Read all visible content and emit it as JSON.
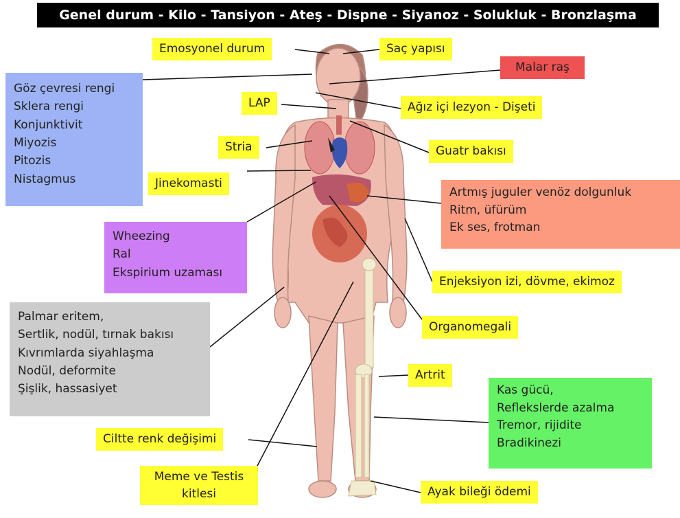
{
  "header": "Genel durum -  Kilo - Tansiyon  -  Ateş  -  Dispne - Siyanoz  -  Solukluk -  Bronzlaşma",
  "labels": {
    "emosyonel": "Emosyonel durum",
    "sac": "Saç yapısı",
    "malar": "Malar raş",
    "lap": "LAP",
    "agiz": "Ağız içi lezyon - Dişeti",
    "stria": "Stria",
    "guatr": "Guatr bakısı",
    "jinekomasti": "Jinekomasti",
    "enjeksiyon": "Enjeksiyon izi, dövme, ekimoz",
    "organomegali": "Organomegali",
    "artrit": "Artrit",
    "ciltte": "Ciltte renk değişimi",
    "meme": [
      "Meme ve Testis",
      "kitlesi"
    ],
    "ayak": "Ayak bileği ödemi"
  },
  "boxes": {
    "eye": [
      "Göz çevresi rengi",
      "Sklera rengi",
      "Konjunktivit",
      "Miyozis",
      "Pitozis",
      "Nistagmus"
    ],
    "cardiac": [
      "Artmış juguler venöz dolgunluk",
      "Ritm, üfürüm",
      "Ek ses, frotman"
    ],
    "lung": [
      "Wheezing",
      "Ral",
      "Ekspirium uzaması"
    ],
    "hand": [
      "Palmar eritem,",
      "Sertlik, nodül, tırnak bakısı",
      "Kıvrımlarda siyahlaşma",
      "Nodül, deformite",
      "Şişlik, hassasiyet"
    ],
    "neuro": [
      "Kas gücü,",
      "Reflekslerde azalma",
      "Tremor,  rijidite",
      " Bradikinezi"
    ]
  },
  "colors": {
    "yellow": "#ffff33",
    "red": "#ee5252",
    "blue": "#9db3f5",
    "salmon": "#fc9a80",
    "purple": "#cd7df5",
    "grey": "#cccccc",
    "green": "#66f266",
    "skin": "#eebdb0"
  }
}
